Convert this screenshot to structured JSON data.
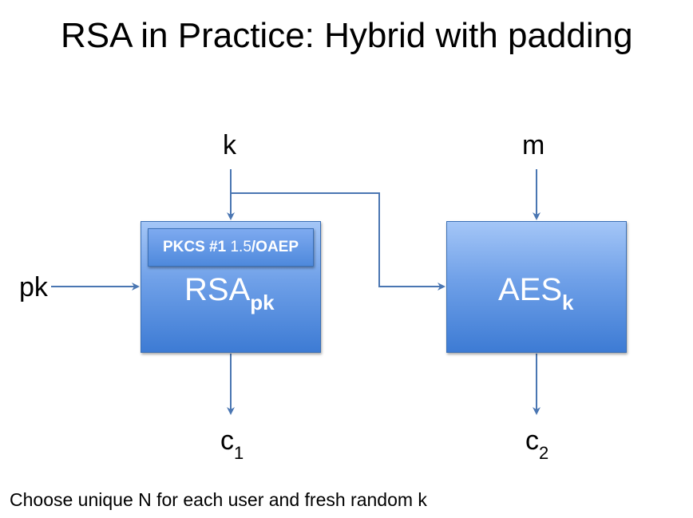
{
  "title": "RSA in Practice: Hybrid with padding",
  "diagram": {
    "inputs": {
      "k": "k",
      "m": "m",
      "pk": "pk"
    },
    "rsa_box": {
      "main": "RSA",
      "sub": "pk",
      "padding": {
        "prefix": "PKCS #1",
        "version": "1.5",
        "suffix": "/OAEP"
      }
    },
    "aes_box": {
      "main": "AES",
      "sub": "k"
    },
    "outputs": {
      "c1": {
        "letter": "c",
        "index": "1"
      },
      "c2": {
        "letter": "c",
        "index": "2"
      }
    },
    "colors": {
      "arrow": "#4a76b2",
      "box_top": "#a4c6f7",
      "box_bottom": "#3d7bd4",
      "box_border": "#3a6fb5",
      "box_text": "#ffffff"
    }
  },
  "footer": "Choose unique N for each user and fresh random k"
}
